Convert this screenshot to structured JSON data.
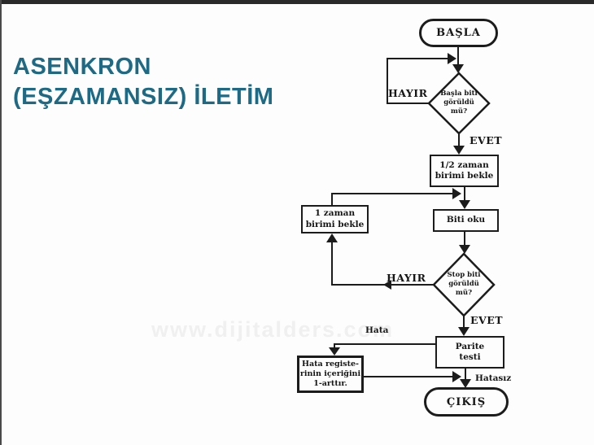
{
  "slide": {
    "title_line1": "ASENKRON",
    "title_line2": "(EŞZAMANSIZ) İLETİM",
    "title_color": "#1e6a84",
    "watermark": "www.dijitalders.com",
    "watermark_color": "#f0f0f0",
    "ink_color": "#1c1c1c",
    "background_color": "#fdfdfd"
  },
  "flowchart": {
    "start": "BAŞLA",
    "decision_start_bit": "Başla biti\ngörüldü\nmü?",
    "label_no_1": "HAYIR",
    "label_yes_1": "EVET",
    "box_half_time": "1/2 zaman\nbirimi bekle",
    "box_one_time": "1 zaman\nbirimi bekle",
    "box_read_bit": "Biti oku",
    "decision_stop_bit": "Stop biti\ngörüldü\nmü?",
    "label_no_2": "HAYIR",
    "label_yes_2": "EVET",
    "label_error": "Hata",
    "box_parity": "Parite\ntesti",
    "box_error_register": "Hata registe-\nrinin içeriğini\n1-arttır.",
    "label_no_error": "Hatasız",
    "end": "ÇIKIŞ"
  }
}
